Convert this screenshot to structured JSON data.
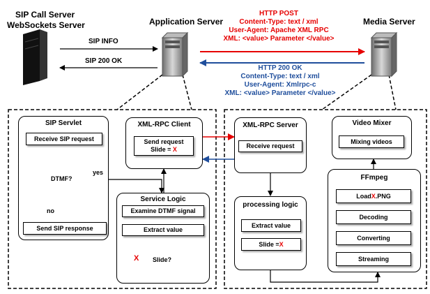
{
  "servers": {
    "sip_call_server": "SIP Call Server",
    "websockets_server": "WebSockets Server",
    "application_server": "Application Server",
    "media_server": "Media Server"
  },
  "messages": {
    "sip_info": "SIP INFO",
    "sip_200_ok": "SIP 200 OK",
    "http_post": {
      "line1": "HTTP POST",
      "line2": "Content-Type: text / xml",
      "line3": "User-Agent: Apache XML RPC",
      "line4": "XML:  <value> Parameter </value>"
    },
    "http_200_ok": {
      "line1": "HTTP 200 OK",
      "line2": "Content-Type: text / xml",
      "line3": "User-Agent: Xmlrpc-c",
      "line4": "XML:  <value> Parameter </value>"
    }
  },
  "sip_servlet": {
    "title": "SIP Servlet",
    "receive": "Receive SIP request",
    "decision": "DTMF?",
    "yes": "yes",
    "no": "no",
    "send": "Send SIP response"
  },
  "xmlrpc_client": {
    "title": "XML-RPC Client",
    "send_request": "Send request",
    "slide_prefix": "Slide = ",
    "slide_var": "X"
  },
  "service_logic": {
    "title": "Service Logic",
    "examine": "Examine DTMF signal",
    "extract": "Extract value",
    "decision": "Slide?",
    "out_var": "X"
  },
  "xmlrpc_server": {
    "title": "XML-RPC Server",
    "receive": "Receive request"
  },
  "processing_logic": {
    "title": "processing logic",
    "extract": "Extract value",
    "slide_prefix": "Slide = ",
    "slide_var": "X"
  },
  "video_mixer": {
    "title": "Video Mixer",
    "mixing": "Mixing videos"
  },
  "ffmpeg": {
    "title": "FFmpeg",
    "load_prefix": "Load ",
    "load_var": "X",
    "load_suffix": ".PNG",
    "decoding": "Decoding",
    "converting": "Converting",
    "streaming": "Streaming"
  },
  "colors": {
    "request_arrow": "#e60000",
    "response_arrow": "#1f4e9c",
    "variable_text": "#e60000"
  }
}
